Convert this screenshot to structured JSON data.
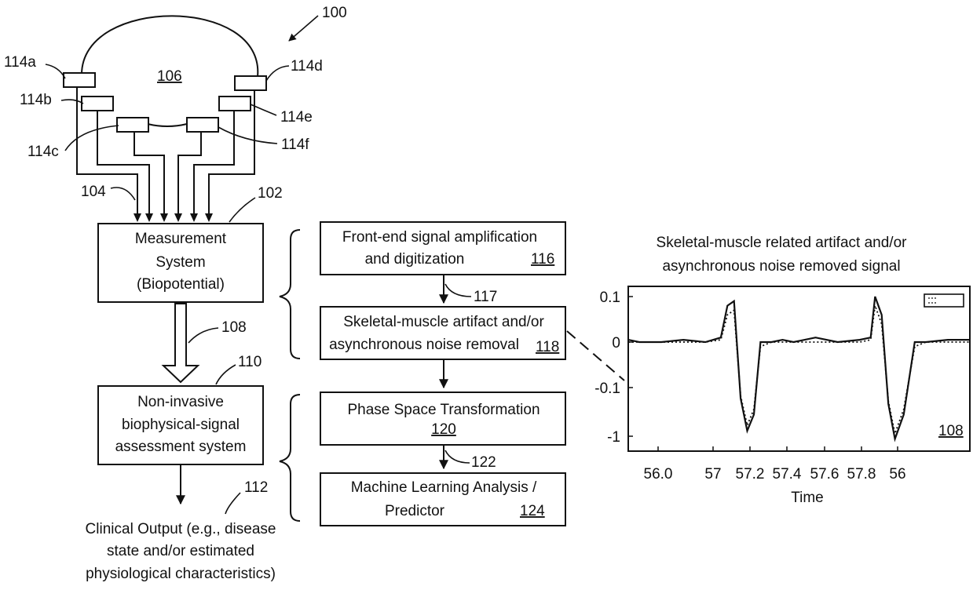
{
  "figure_ref": "100",
  "head_label": "106",
  "electrodes": {
    "a": "114a",
    "b": "114b",
    "c": "114c",
    "d": "114d",
    "e": "114e",
    "f": "114f"
  },
  "wires_label": "104",
  "measurement": {
    "ref": "102",
    "line1": "Measurement",
    "line2": "System",
    "line3": "(Biopotential)"
  },
  "arrow_label": "108",
  "assessment": {
    "ref": "110",
    "line1": "Non-invasive",
    "line2": "biophysical-signal",
    "line3": "assessment system"
  },
  "output": {
    "ref": "112",
    "line1": "Clinical Output (e.g., disease",
    "line2": "state and/or estimated",
    "line3": "physiological characteristics)"
  },
  "step116": {
    "line1": "Front-end signal amplification",
    "line2": "and digitization",
    "ref": "116"
  },
  "step117": "117",
  "step118": {
    "line1": "Skeletal-muscle artifact and/or",
    "line2": "asynchronous noise removal",
    "ref": "118"
  },
  "step120": {
    "line1": "Phase Space Transformation",
    "ref": "120"
  },
  "step122": "122",
  "step124": {
    "line1": "Machine Learning Analysis /",
    "line2": "Predictor",
    "ref": "124"
  },
  "chart_data": {
    "type": "line",
    "title_line1": "Skeletal-muscle related artifact and/or",
    "title_line2": "asynchronous noise removed signal",
    "xlabel": "Time",
    "ylabel": "",
    "x_ticks": [
      "56.0",
      "57",
      "57.2",
      "57.4",
      "57.6",
      "57.8",
      "56"
    ],
    "y_ticks": [
      "0.1",
      "0",
      "-0.1",
      "-1"
    ],
    "panel_ref": "108",
    "series": [
      {
        "style": "solid",
        "x": [
          56.85,
          56.9,
          57.0,
          57.1,
          57.2,
          57.27,
          57.3,
          57.33,
          57.36,
          57.39,
          57.42,
          57.45,
          57.5,
          57.55,
          57.6,
          57.7,
          57.8,
          57.9,
          57.95,
          57.97,
          58.0,
          58.03,
          58.06,
          58.1,
          58.15,
          58.2,
          58.3,
          58.4
        ],
        "y": [
          0.005,
          0.0,
          0.0,
          0.005,
          0.0,
          0.01,
          0.08,
          0.09,
          -0.3,
          -0.9,
          -0.6,
          0.0,
          0.0,
          0.005,
          0.0,
          0.01,
          0.0,
          0.005,
          0.01,
          0.1,
          0.06,
          -0.4,
          -1.05,
          -0.6,
          0.0,
          0.0,
          0.005,
          0.005
        ]
      },
      {
        "style": "dotted",
        "x": [
          56.85,
          56.9,
          57.0,
          57.1,
          57.2,
          57.27,
          57.3,
          57.33,
          57.36,
          57.39,
          57.42,
          57.45,
          57.5,
          57.55,
          57.6,
          57.7,
          57.8,
          57.9,
          57.95,
          57.97,
          58.0,
          58.03,
          58.06,
          58.1,
          58.15,
          58.2,
          58.3,
          58.4
        ],
        "y": [
          0.0,
          0.0,
          0.0,
          0.0,
          0.0,
          0.005,
          0.06,
          0.07,
          -0.25,
          -0.8,
          -0.5,
          -0.01,
          0.0,
          0.0,
          0.0,
          0.0,
          0.0,
          0.0,
          0.005,
          0.08,
          0.04,
          -0.35,
          -0.95,
          -0.5,
          -0.01,
          0.0,
          0.0,
          0.0
        ]
      }
    ]
  }
}
